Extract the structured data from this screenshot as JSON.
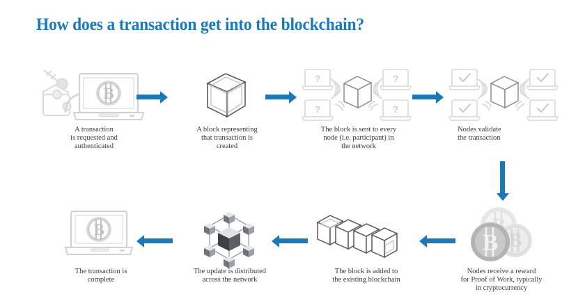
{
  "title": "How does a transaction get into the blockchain?",
  "theme": {
    "accent_blue": "#1a7ab8",
    "caption_text": "#3a3a3a",
    "line_gray": "#d2d2d2",
    "icon_gray": "#b4b4b4",
    "icon_gray_light": "#e0e0e0",
    "icon_dark": "#58595b",
    "background": "#ffffff"
  },
  "steps": [
    {
      "id": 1,
      "icon": "laptop-with-bitcoin-key-wallet-icon",
      "caption": "A transaction\nis requested and\nauthenticated",
      "align": "center"
    },
    {
      "id": 2,
      "icon": "wireframe-cube-icon",
      "caption": "A block representing\nthat transaction is\ncreated",
      "align": "center"
    },
    {
      "id": 3,
      "icon": "cube-broadcast-to-question-nodes-icon",
      "caption": "The block is sent to every\nnode (i.e. participant) in\nthe network",
      "align": "center"
    },
    {
      "id": 4,
      "icon": "cube-validated-by-check-nodes-icon",
      "caption": "Nodes validate\nthe transaction",
      "align": "left"
    },
    {
      "id": 5,
      "icon": "bitcoin-coins-stack-icon",
      "caption": "Nodes receive a reward\nfor Proof of Work, typically\nin cryptocurrency",
      "align": "center"
    },
    {
      "id": 6,
      "icon": "block-chain-row-icon",
      "caption": "The block is added to\nthe existing blockchain",
      "align": "center"
    },
    {
      "id": 7,
      "icon": "distributed-network-lattice-icon",
      "caption": "The update is distributed\nacross the network",
      "align": "center"
    },
    {
      "id": 8,
      "icon": "laptop-with-bitcoin-icon",
      "caption": "The transaction is\ncomplete",
      "align": "center"
    }
  ],
  "arrows": [
    {
      "id": "arrow-1-to-2",
      "direction": "right"
    },
    {
      "id": "arrow-2-to-3",
      "direction": "right"
    },
    {
      "id": "arrow-3-to-4",
      "direction": "right"
    },
    {
      "id": "arrow-4-to-5",
      "direction": "down"
    },
    {
      "id": "arrow-5-to-6",
      "direction": "left"
    },
    {
      "id": "arrow-6-to-7",
      "direction": "left"
    },
    {
      "id": "arrow-7-to-8",
      "direction": "left"
    }
  ],
  "node_badges": {
    "question_mark": "?",
    "check_mark": "check-icon"
  },
  "bitcoin_symbol": "B"
}
